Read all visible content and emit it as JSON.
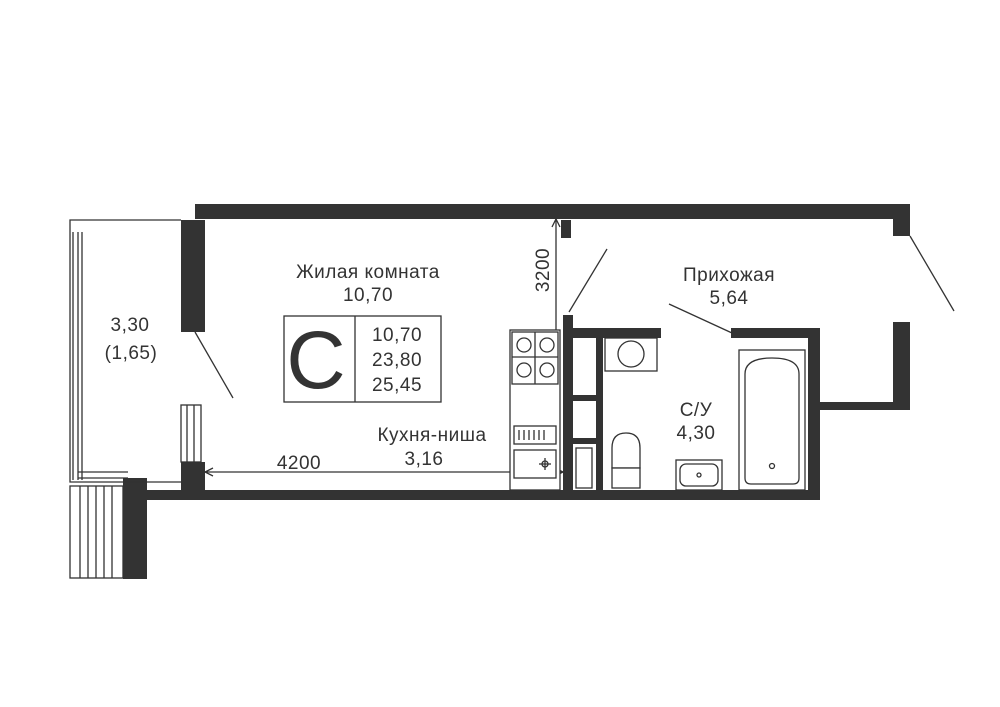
{
  "plan": {
    "colors": {
      "wall": "#333333",
      "background": "#ffffff"
    },
    "rooms": {
      "living_name": "Жилая комната",
      "living_area": "10,70",
      "balcony_area": "3,30",
      "balcony_area_reduced": "(1,65)",
      "kitchen_name": "Кухня-ниша",
      "kitchen_area": "3,16",
      "hall_name": "Прихожая",
      "hall_area": "5,64",
      "bath_name": "С/У",
      "bath_area": "4,30"
    },
    "dimensions": {
      "width": "4200",
      "height": "3200"
    },
    "badge": {
      "type_letter": "С",
      "living_area": "10,70",
      "total_area": "23,80",
      "total_area_with_balcony": "25,45"
    }
  }
}
